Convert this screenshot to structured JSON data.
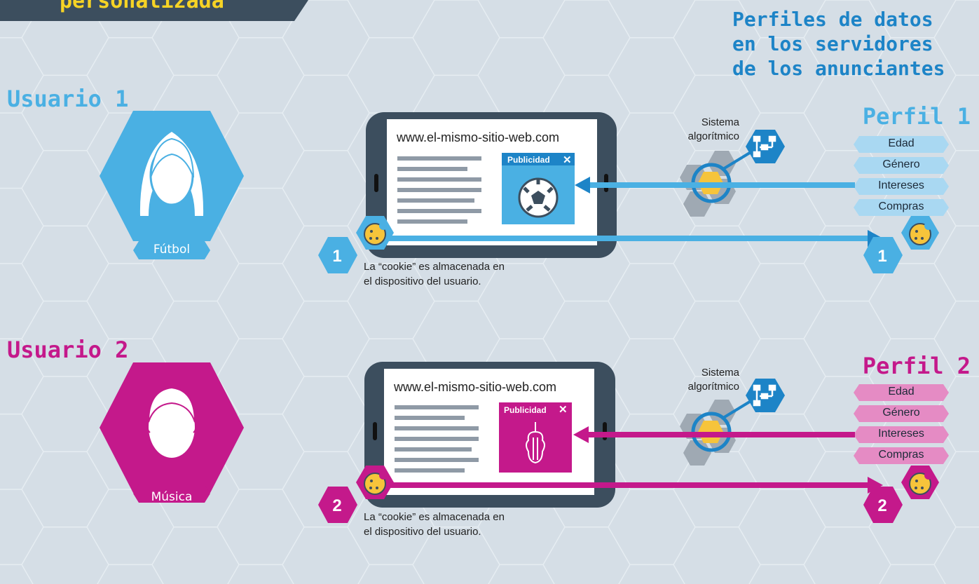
{
  "title": "personalizada",
  "header": {
    "lines": [
      "Perfiles de datos",
      "en los servidores",
      "de los anunciantes"
    ]
  },
  "colors": {
    "background": "#d5dee6",
    "user1": "#4ab0e3",
    "user2": "#c4198b",
    "dark": "#3c4e5e",
    "accent_yellow": "#f6d325",
    "server_blue": "#1d84c7"
  },
  "users": [
    {
      "label": "Usuario 1",
      "interest": "Fútbol",
      "url": "www.el-mismo-sitio-web.com",
      "ad_label": "Publicidad",
      "ad_close": "✕",
      "ad_icon": "soccer-ball-icon",
      "system_label_1": "Sistema",
      "system_label_2": "algorítmico",
      "cookie_number": "1",
      "caption_1": "La “cookie” es almacenada en",
      "caption_2": "el dispositivo del usuario.",
      "profile_title": "Perfil 1",
      "profile_fields": [
        "Edad",
        "Género",
        "Intereses",
        "Compras"
      ]
    },
    {
      "label": "Usuario 2",
      "interest": "Música",
      "url": "www.el-mismo-sitio-web.com",
      "ad_label": "Publicidad",
      "ad_close": "✕",
      "ad_icon": "violin-icon",
      "system_label_1": "Sistema",
      "system_label_2": "algorítmico",
      "cookie_number": "2",
      "caption_1": "La “cookie” es almacenada en",
      "caption_2": "el dispositivo del usuario.",
      "profile_title": "Perfil 2",
      "profile_fields": [
        "Edad",
        "Género",
        "Intereses",
        "Compras"
      ]
    }
  ]
}
